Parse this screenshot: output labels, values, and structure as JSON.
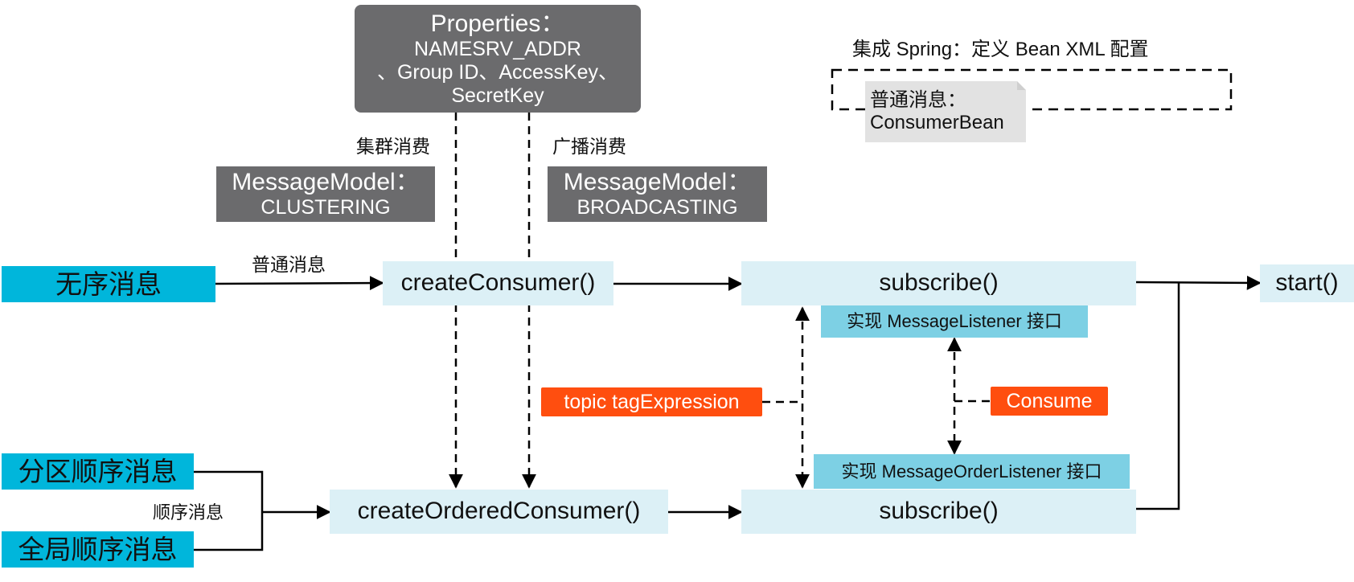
{
  "properties": {
    "title": "Properties：",
    "line1": "NAMESRV_ADDR",
    "line2": "、Group ID、AccessKey、",
    "line3": "SecretKey"
  },
  "labels": {
    "cluster": "集群消费",
    "broadcast": "广播消费",
    "normal_msg": "普通消息",
    "ordered_msg": "顺序消息",
    "spring": "集成 Spring：定义 Bean XML 配置"
  },
  "clustering": {
    "title": "MessageModel：",
    "value": "CLUSTERING"
  },
  "broadcasting": {
    "title": "MessageModel：",
    "value": "BROADCASTING"
  },
  "bean": {
    "line1": "普通消息：",
    "line2": "ConsumerBean"
  },
  "message_types": {
    "unordered": "无序消息",
    "partition_ordered": "分区顺序消息",
    "global_ordered": "全局顺序消息"
  },
  "methods": {
    "create_consumer": "createConsumer()",
    "create_ordered_consumer": "createOrderedConsumer()",
    "subscribe_top": "subscribe()",
    "subscribe_bottom": "subscribe()",
    "start": "start()"
  },
  "listeners": {
    "message_listener": "实现 MessageListener 接口",
    "order_listener": "实现 MessageOrderListener 接口"
  },
  "tags": {
    "topic": "topic tagExpression",
    "consume": "Consume"
  },
  "colors": {
    "dark_gray": "#6b6b6d",
    "cyan": "#00b6db",
    "light_blue": "#dcf0f6",
    "listener_blue": "#7dd0e4",
    "orange": "#ff4e0f",
    "bean_gray": "#e2e2e2"
  }
}
